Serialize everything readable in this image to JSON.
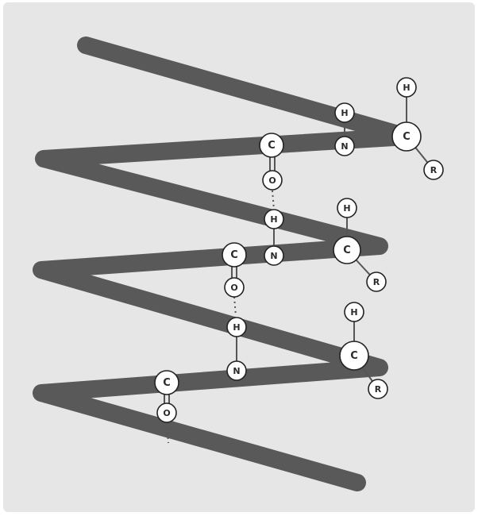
{
  "diagram": {
    "colors": {
      "background": "#e6e6e6",
      "backbone": "#595959",
      "atom_fill": "#ffffff",
      "atom_stroke": "#222222"
    },
    "atoms": [
      {
        "label": "H"
      },
      {
        "label": "H"
      },
      {
        "label": "C"
      },
      {
        "label": "N"
      },
      {
        "label": "C"
      },
      {
        "label": "R"
      },
      {
        "label": "O"
      },
      {
        "label": "H"
      },
      {
        "label": "H"
      },
      {
        "label": "N"
      },
      {
        "label": "C"
      },
      {
        "label": "C"
      },
      {
        "label": "O"
      },
      {
        "label": "R"
      },
      {
        "label": "H"
      },
      {
        "label": "H"
      },
      {
        "label": "C"
      },
      {
        "label": "N"
      },
      {
        "label": "R"
      },
      {
        "label": "C"
      },
      {
        "label": "O"
      }
    ]
  }
}
